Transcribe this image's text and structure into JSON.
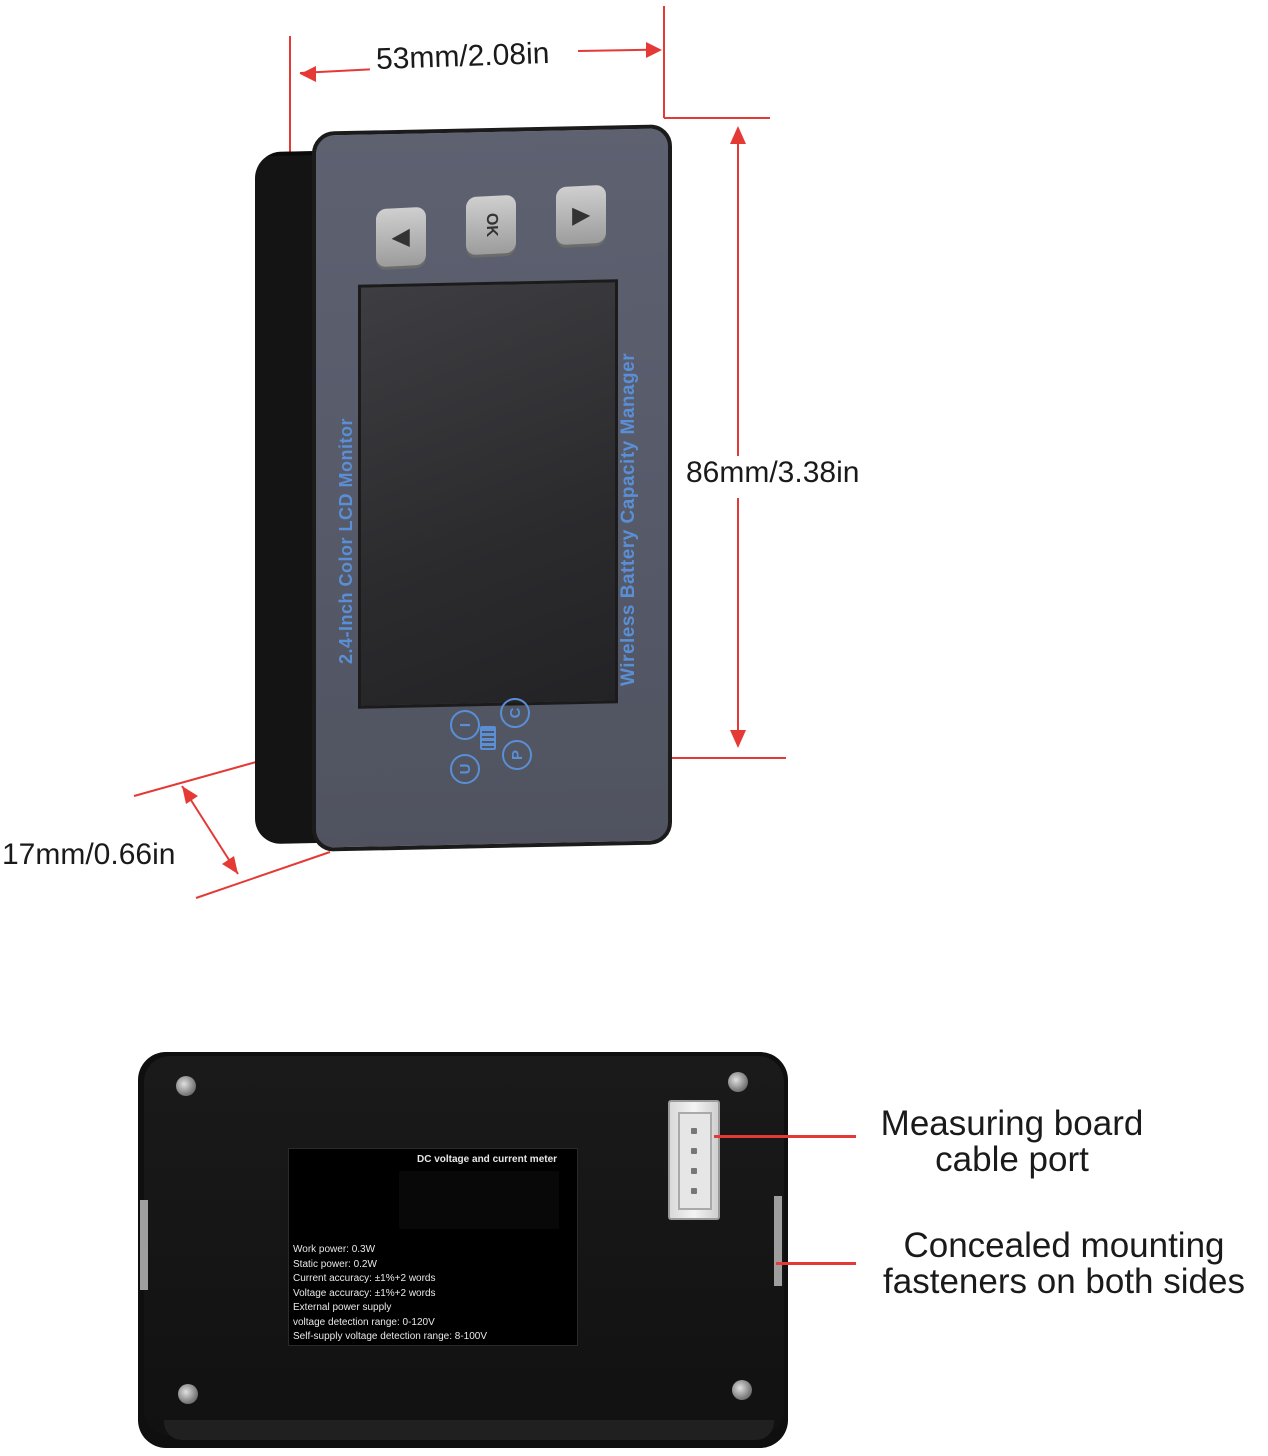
{
  "dimensions": {
    "width_label": "53mm/2.08in",
    "height_label": "86mm/3.38in",
    "depth_label": "17mm/0.66in"
  },
  "front": {
    "buttons": {
      "left_icon": "left-triangle-icon",
      "ok_label": "OK",
      "right_icon": "right-triangle-icon"
    },
    "left_caption": "2.4-Inch Color LCD Monitor",
    "right_caption": "Wireless Battery Capacity Manager",
    "indicators": [
      "I",
      "C",
      "U",
      "P"
    ]
  },
  "back": {
    "sticker_title": "DC voltage and current meter",
    "specs": [
      "Work power: 0.3W",
      "Static power: 0.2W",
      "Current accuracy: ±1%+2 words",
      "Voltage accuracy: ±1%+2 words",
      "External power supply",
      "voltage detection range: 0-120V",
      "Self-supply voltage detection range: 8-100V"
    ]
  },
  "callouts": {
    "port_line1": "Measuring board",
    "port_line2": "cable port",
    "fasteners_line1": "Concealed mounting",
    "fasteners_line2": "fasteners on both sides"
  },
  "colors": {
    "accent_red": "#e53935",
    "caption_blue": "#5a8fd6",
    "plate_gray": "#5d6170"
  }
}
